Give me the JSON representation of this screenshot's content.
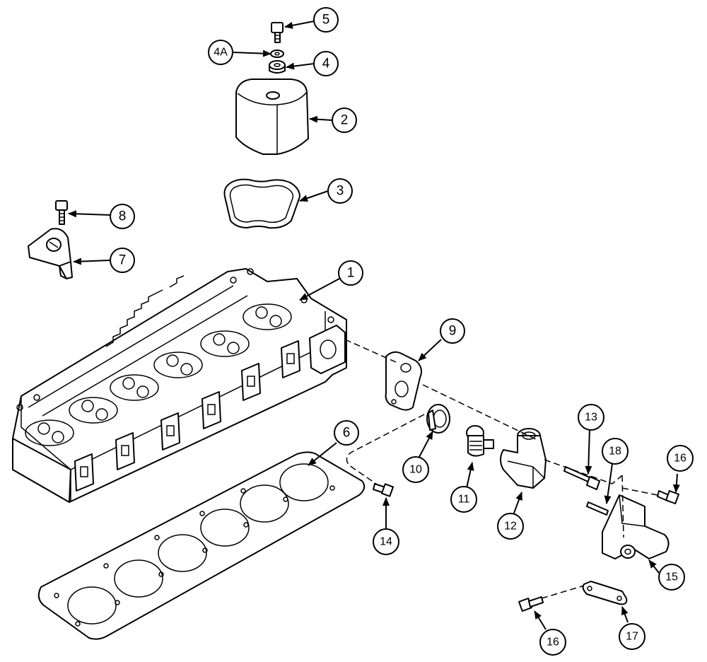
{
  "diagram": {
    "callouts": [
      {
        "id": "c5",
        "label": "5"
      },
      {
        "id": "c4a",
        "label": "4A"
      },
      {
        "id": "c4",
        "label": "4"
      },
      {
        "id": "c2",
        "label": "2"
      },
      {
        "id": "c3",
        "label": "3"
      },
      {
        "id": "c8",
        "label": "8"
      },
      {
        "id": "c7",
        "label": "7"
      },
      {
        "id": "c1",
        "label": "1"
      },
      {
        "id": "c9",
        "label": "9"
      },
      {
        "id": "c6",
        "label": "6"
      },
      {
        "id": "c10",
        "label": "10"
      },
      {
        "id": "c11",
        "label": "11"
      },
      {
        "id": "c12",
        "label": "12"
      },
      {
        "id": "c13",
        "label": "13"
      },
      {
        "id": "c14",
        "label": "14"
      },
      {
        "id": "c15",
        "label": "15"
      },
      {
        "id": "c16a",
        "label": "16"
      },
      {
        "id": "c16b",
        "label": "16"
      },
      {
        "id": "c17",
        "label": "17"
      },
      {
        "id": "c18",
        "label": "18"
      }
    ]
  }
}
